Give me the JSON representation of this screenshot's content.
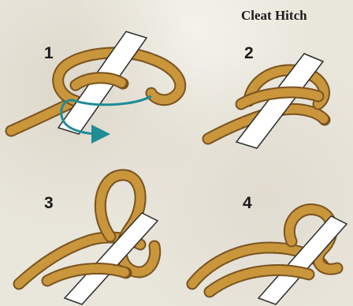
{
  "title": "Cleat Hitch",
  "steps": [
    {
      "number": "1"
    },
    {
      "number": "2"
    },
    {
      "number": "3"
    },
    {
      "number": "4"
    }
  ],
  "colors": {
    "rope": "#c9963c",
    "rope_dark": "#7a5420",
    "rope_light": "#e7bd63",
    "cleat_fill": "#ffffff",
    "cleat_stroke": "#2b2b2b",
    "arrow": "#1f8c96"
  }
}
